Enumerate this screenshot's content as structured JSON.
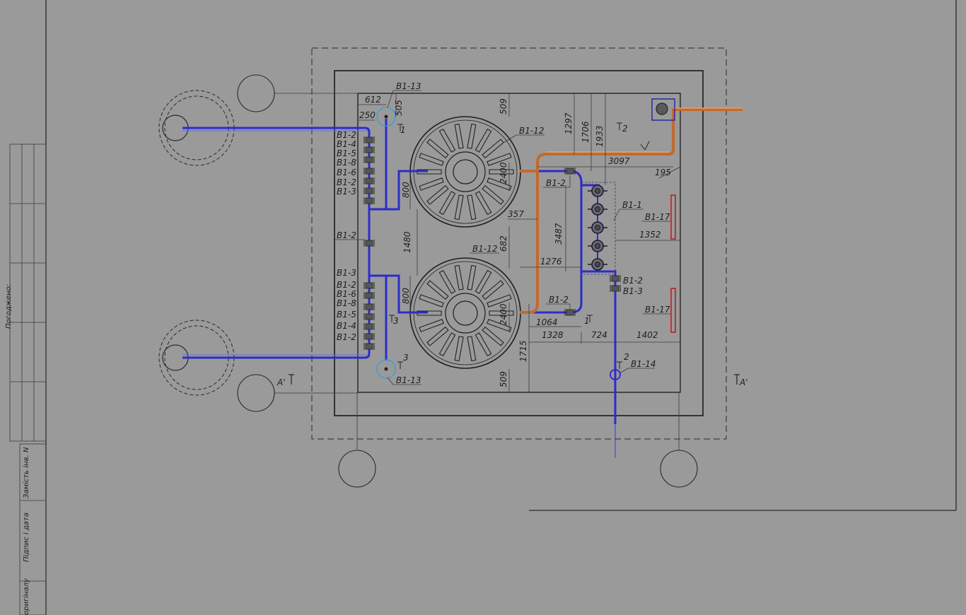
{
  "title_block": {
    "agreed": "Погоджено:",
    "replacement_inv": "Замість інв. N",
    "sign_date": "Підпис і дата",
    "original": "оригіналу"
  },
  "plan": {
    "section_marks": {
      "a_left": "A'",
      "a_right": "A'"
    },
    "cut_marks": [
      "1",
      "2",
      "3",
      "3",
      "1",
      "2"
    ],
    "labels": {
      "b1_13_top": "B1-13",
      "b1_13_bottom": "B1-13",
      "b1_12_top": "B1-12",
      "b1_12_bottom": "B1-12",
      "b1_1": "B1-1",
      "b1_17_top": "B1-17",
      "b1_17_bottom": "B1-17",
      "b1_14": "B1-14",
      "b1_2_mid_left": "B1-2",
      "b1_2_top_mid": "B1-2",
      "b1_2_bottom_mid": "B1-2",
      "b1_2_right": "B1-2",
      "b1_3_right": "B1-3",
      "left_stack_top": [
        "B1-2",
        "B1-4",
        "B1-5",
        "B1-8",
        "B1-6",
        "B1-2",
        "B1-3"
      ],
      "left_stack_bottom": [
        "B1-3",
        "B1-2",
        "B1-6",
        "B1-8",
        "B1-5",
        "B1-4",
        "B1-2"
      ]
    },
    "dimensions": {
      "d612": "612",
      "d250": "250",
      "d505": "505",
      "d509_top": "509",
      "d1297": "1297",
      "d1706": "1706",
      "d1933": "1933",
      "d3097": "3097",
      "d195": "195",
      "d800_top": "800",
      "d2400_top": "2400",
      "d357": "357",
      "d3487": "3487",
      "d1352": "1352",
      "d1480": "1480",
      "d682": "682",
      "d1276": "1276",
      "d800_bottom": "800",
      "d2400_bottom": "2400",
      "d1064": "1064",
      "d1328": "1328",
      "d724": "724",
      "d1402": "1402",
      "d1715": "1715",
      "d509_bottom": "509"
    }
  }
}
